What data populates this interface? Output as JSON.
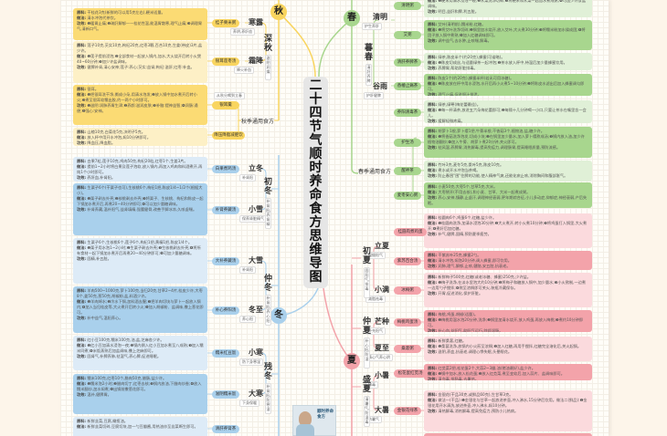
{
  "title": "二十四节气顺时养命食方思维导图",
  "book": {
    "title": "顺时养命食方"
  },
  "colors": {
    "autumn": "#f9d55f",
    "winter": "#a9d0ec",
    "spring": "#a8d68e",
    "summer": "#f3a3aa"
  },
  "labels": {
    "raw": "原料:",
    "method": "做法:",
    "effect": "功效:"
  },
  "seasons": {
    "autumn": {
      "name": "秋",
      "subs": [
        {
          "name": "深秋",
          "tag": "滋阴润燥"
        }
      ],
      "terms": [
        {
          "name": "寒露",
          "tag": "养阴,养肝血"
        },
        {
          "name": "霜降",
          "tag": "降火补血"
        }
      ],
      "general": "秋季通用食方",
      "general_tag": "从秋分喝到立春",
      "items": [
        {
          "name": "",
          "raw": "",
          "method": "",
          "effect": "滋阴清热,润肺燥,预防咳嗽等。"
        },
        {
          "name": "桂子栗米粥",
          "raw": "干桂花3克(新鲜的可以用5克左右),粳米适量。",
          "method": "清水冲泡代茶饮。",
          "effect": "❶暖胃止痛;❷疏肝解郁——桂花性温,能温胃散寒,理气止痛;❸调理胃气,清新口气。"
        },
        {
          "name": "银耳莲枣汤",
          "raw": "莲子10克,芡实10克,枸杞20克,红枣3颗,百合10克,生姜(带皮)3片,盐少许。",
          "method": "❶莲子提前浸泡;❷全部食材一起放入锅内,加水,大火烧开后转小火煲40~60分钟;❸加少许盐调味。",
          "effect": "健脾补肾,清心安神;莲子:养心;芡实:益肾;枸杞:滋肝;红枣:补血。"
        },
        {
          "name": "银耳羹",
          "raw": "银耳。",
          "method": "❶把银耳洗干净,撕成小朵,用清水泡发;❷放入锅中加水煮开后转小火;❸煮至银耳软糯出胶,约一两个小时即可。",
          "effect": "❶滋阴:润肺养胃生津;❷养颜:滋润皮肤;❸补脑:提神益智;❹润肠:通便;❺强心:安神。"
        },
        {
          "name": "降压降脂减肥饮",
          "raw": "山楂10克,白菊花5克,决明子5克。",
          "method": "放入杯中用开水冲泡,焖10分钟即可。",
          "effect": "降血压,降血脂。"
        }
      ]
    },
    "winter": {
      "name": "冬",
      "subs": [
        {
          "name": "初冬",
          "tag": "补肾阳,养肾精"
        },
        {
          "name": "仲冬",
          "tag": "补肾阳,养心阳"
        },
        {
          "name": "残冬",
          "tag": "补肾阳,防寒湿"
        }
      ],
      "terms": [
        {
          "name": "立冬",
          "tag": "补肾阳"
        },
        {
          "name": "小雪",
          "tag": "保养肾脏精气"
        },
        {
          "name": "大雪",
          "tag": "补肾阳"
        },
        {
          "name": "冬至",
          "tag": "养心阳"
        },
        {
          "name": "小寒",
          "tag": "防下身寒湿"
        },
        {
          "name": "大寒",
          "tag": "下身保暖"
        }
      ],
      "items": [
        {
          "name": "白果煮鸡汤",
          "raw": "白果7粒,莲子10克,鸡肉50克,枸杞20粒,红枣1个,生姜3片。",
          "method": "提前1~2小时将白果及莲子泡软,放入锅内,再加入鸡肉和料酒煮开,再炖1个小时即可。",
          "effect": "养肝血,补肾阳。"
        },
        {
          "name": "补肾养藏汤",
          "raw": "生栗子6个(干栗子也可),生核桃6个,枸杞1把,陈皮1/4~1/2个(根据大小)。",
          "method": "❶栗子剥去外壳;❷核桃剥去外壳;❸将栗子、生核桃、枸杞和陈皮一起下锅加水煮开后,再煮20~40分钟即可;❹可以加少量糖调味。",
          "effect": "补肾养藏,温补阳气,益肾填精,强腰健骨,改善手脚冰凉,久咳虚喘。"
        },
        {
          "name": "大补养藏汤",
          "raw": "生栗子6个,生核桃6个,莲子6个,枸杞1把,黄精1把,陈皮1/4个。",
          "method": "❶栗子用水泡1~2小时;❷生栗子剥去外壳;❸生核桃剥去外壳;❹将所有食材一起下锅加水煮开后再煮20~40分钟即可;❺可加少量糖调味。",
          "effect": "固精,补五脏。"
        },
        {
          "name": "补心养阳汤",
          "raw": "羊肉500~1000克,萝卜100克,当归20克,甘草2~4片,桂皮少许,大枣8个,姜50克,葱50克,胡椒粉,盐,料酒少许。",
          "method": "❶羊肉焯水;❷冷水下锅,加料酒去腥;❸把羊肉切块与萝卜一起放入锅内;❹加入当归桂皮等,大火煮开后转小火;❺加入胡椒粉、盐调味,撒上葱花即可。",
          "effect": "补中益气,温阳养心。"
        },
        {
          "name": "糯米红豆饭",
          "raw": "红小豆100克,糯米100克,油,盐,芝麻各少许。",
          "method": "❶红小豆加清水浸泡一夜;❷锅内倒入红小豆加水煮至八成熟;❸加入糯米同煮;❹米饭蒸熟后加盐调味,撒上芝麻即可。",
          "effect": "固肾气,补脾养肺,祛湿气,养心脾,促进睡眠。"
        },
        {
          "name": "滋阴糯米饭",
          "raw": "糯米100克,红枣10个,腊肉50克,腊肠,盐少许。",
          "method": "❶糯米泡2小时;❷腊肉切丁,红枣去核;❸锅内放油,下腊肉炒香;❹放入糯米翻炒,加水焖煮;❺出锅前撒葱花即可。",
          "effect": "温补,健脾胃。"
        },
        {
          "name": "清肝养肾茶",
          "raw": "新鲜韭菜,豆腐,橄榄油。",
          "method": "新鲜韭菜切碎,豆腐切块,加一勺豆瓣酱,用热油炒至韭菜断生即可。",
          "effect": ""
        }
      ]
    },
    "spring": {
      "name": "春",
      "subs": [
        {
          "name": "暮春",
          "tag": "清肝养脾"
        }
      ],
      "terms": [
        {
          "name": "清明",
          "tag": "护生养肝"
        },
        {
          "name": "谷雨",
          "tag": "护肝健脾"
        }
      ],
      "general": "春季通用食方",
      "items": [
        {
          "name": "清明粥",
          "raw": "",
          "method": "❶粳米用清水浸泡一晚;❷荠菜洗净切碎;❸将粳米和荠菜一起加水煮成粥;❹可加少许食盐调味。",
          "effect": "明目,益肝和脾,利五脏。"
        },
        {
          "name": "艾粥",
          "raw": "艾叶(清明前),糯米粉,红糖。",
          "method": "❶将艾叶洗净切碎;❷锅里加水烧开,放入艾叶,大火煮30分钟;❸将糯米粉加水揉成团;❹将团子放入锅中煮熟;❺加入红糖调味即可。",
          "effect": "调中益气,去水肿,止咳喘,解毒。"
        },
        {
          "name": "清肝养脾茶",
          "raw": "绿茶,陈皮半个(约20克),蜂蜜(可省略)。",
          "method": "❶陈皮切成丝,与适量绿茶一起冲泡;❷茶水放入杯中,待温后加少量蜂蜜饮用。",
          "effect": "养脾胃,帮助肝脏排毒。"
        },
        {
          "name": "香椿止痛茶",
          "raw": "陈皮1个(约20克),蜂蜜半杯(若无可用冰糖)。",
          "method": "❶陈皮放在杯中用水浸泡,水开后再小火煮5~10分钟;❷将陈皮水滤出后加入蜂蜜调匀即可。",
          "effect": "理气止痛,促进胆汁排泄。"
        },
        {
          "name": "养阳清毒茶",
          "raw": "绿茶,绿萼(梅花蕾最佳)。",
          "method": "❶每一杯清茶,放进五六朵梅花蕾即可;❷每隔十几分钟喝一小口,只要让茶水在嘴里含一会儿。",
          "effect": "缓解轻微疼痛。"
        },
        {
          "name": "护生汤",
          "raw": "胡萝卜1根,萝卜缨1把,牛蒡半根,干香菇3个,植物油,盐,糖少许。",
          "method": "❶将香菇洗净泡发,切成小块;❷在锅里加少量水,加入萝卜缨熬成汤;❸锅内放入油,加少许植物油翻炒;❹加入牛蒡、胡萝卜煮20分钟,关火即可。",
          "effect": "祛风湿,养脾胃,消热解毒,提高免疫力,调理肠胃,提高睡眠质量,预防流感。"
        },
        {
          "name": "醒神茶",
          "raw": "竹叶3克,麦冬5克,桑叶5克,陈皮10克。",
          "method": "煮水或开水冲泡当茶喝。",
          "effect": "防止春困\"困\"住脾的功能,使人精神气爽,还能化痰止咳,消除胸闷和腹部胀气。"
        },
        {
          "name": "麦枣安心粥",
          "raw": "小麦50克,大枣5个,甘草5克,大米。",
          "method": "大枣掰开(不用去核),和小麦、甘草、大米一起煮成粥。",
          "effect": "养心,安神,镇静,止虚汗,调理神经衰弱,更年期综合征,小儿多动症,抑郁症,神经衰弱,产后失眠。"
        }
      ]
    },
    "summer": {
      "name": "夏",
      "subs": [
        {
          "name": "初夏",
          "tag": "固阳气,排毒"
        },
        {
          "name": "仲夏",
          "tag": "补心阳,防湿"
        },
        {
          "name": "盛夏",
          "tag": "清暑气,防湿毒"
        }
      ],
      "terms": [
        {
          "name": "立夏",
          "tag": "固摄阳气"
        },
        {
          "name": "小满",
          "tag": "减脂祛毒"
        },
        {
          "name": "芒种",
          "tag": "补充阳气"
        },
        {
          "name": "夏至",
          "tag": "清心气养心阴"
        },
        {
          "name": "小暑",
          "tag": "排毒"
        },
        {
          "name": "大暑",
          "tag": "防暑气"
        }
      ],
      "items": [
        {
          "name": "桂圆肉煮鸡蛋",
          "raw": "桂圆肉6个,鸡蛋6个,红糖,盐少许。",
          "method": "❶桂圆肉洗净,加清水浸泡30分钟;❷大火煮开,转小火煮10分钟;❸将鸡蛋打入锅里,大火煮开;❹煮好后加红糖。",
          "effect": "补气,健脾,固精,预防夏季疲劳。"
        },
        {
          "name": "紫苏百合汤",
          "raw": "干紫苏叶25克,蜂蜜2勺。",
          "method": "清水冲泡,焖泡20分钟,调入蜂蜜,即可饮用。",
          "effect": "润肺,理气,解郁,止咳,健脑,安五脏,抗衰老。"
        },
        {
          "name": "冰梅粥",
          "raw": "新鲜梅子500克,红糖(或老冰糖、蜂蜜)250克,少许盐。",
          "method": "❶梅子洗净,在淡水里泡大约10分钟;❷将梅子和糖放入锅中,加少量水;❸小火熬制,一边煮一边用勺子搅拌;❹熬至浓稠即可关火,装瓶冷藏保存。",
          "effect": "开胃,促进消化,保护肝脏。"
        },
        {
          "name": "梅桃鸡蛋汤",
          "raw": "梅桃,鸡蛋,胡椒(适量)。",
          "method": "❶梅桃用温水泡20分钟,洗净;❷锅里加清水烧开,放入鸡蛋,再放入梅桃;❸煮约10分钟即可。",
          "effect": "补心血,益阳气,助阳气运行,除烦润肠。"
        },
        {
          "name": "桑葚粥",
          "raw": "新鲜桑葚,红糖。",
          "method": "❶桑葚洗净,放锅内小火煎至浓稠;❷加入红糖,再用手搅拌,红糖完全溶化后,关火起锅。",
          "effect": "滋阴,养血,抗衰老,调理心悸失眠,头晕眼花。"
        },
        {
          "name": "松花蛋红苋汤",
          "raw": "红苋菜2把,松花蛋2个,大蒜2~3瓣,油(猪油最好),盐少许。",
          "method": "❶锅中加水,放入松花蛋;❷放入红苋菜,煮至变软后,加入蒜片、盐调味即可。",
          "effect": "清血毒,排肠毒,去暑热。"
        },
        {
          "name": "金银花绿茶",
          "raw": "金银花(干品30克,或鲜品60克),生甘草3克。",
          "method": "做法一(干品):❶金银花与甘草一起放进茶壶,冲入沸水,15分钟后饮用。做法二(鲜品):❶金银花用开水清洗,放进茶壶,冲入沸水,焖10分钟。",
          "effect": "清热解毒,消热解毒,提高免疫力,预防小儿热病。"
        },
        {
          "name": "",
          "raw": "",
          "method": "",
          "effect": ""
        }
      ]
    }
  }
}
